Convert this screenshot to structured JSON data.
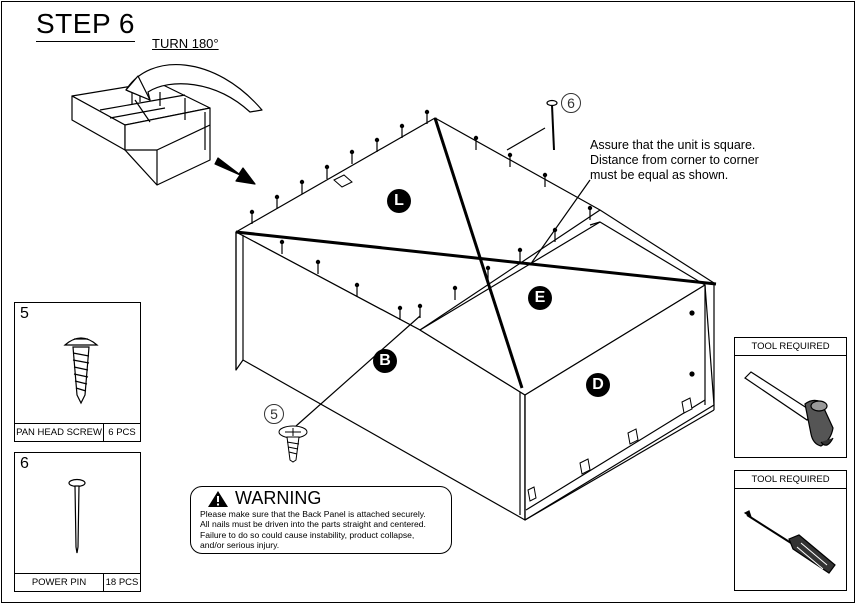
{
  "step": {
    "title": "STEP 6",
    "turn_label": "TURN 180°"
  },
  "note": {
    "lines": [
      "Assure that the unit is square.",
      "Distance from corner to corner",
      "must be equal as shown."
    ]
  },
  "panels": {
    "L": "L",
    "E": "E",
    "B": "B",
    "D": "D"
  },
  "callouts": {
    "pin": "6",
    "screw": "5"
  },
  "parts": [
    {
      "number": "5",
      "name": "PAN HEAD SCREW",
      "count": "6 PCS",
      "icon": "pan-head-screw-icon"
    },
    {
      "number": "6",
      "name": "POWER PIN",
      "count": "18 PCS",
      "icon": "power-pin-icon"
    }
  ],
  "tools": [
    {
      "label": "TOOL REQUIRED",
      "icon": "hammer-icon"
    },
    {
      "label": "TOOL REQUIRED",
      "icon": "screwdriver-icon"
    }
  ],
  "warning": {
    "title": "WARNING",
    "lines": [
      "Please make sure that the Back Panel is attached securely.",
      "All nails must be driven into the parts straight and centered.",
      "Failure to do so could cause instability, product collapse,",
      "and/or serious injury."
    ]
  }
}
